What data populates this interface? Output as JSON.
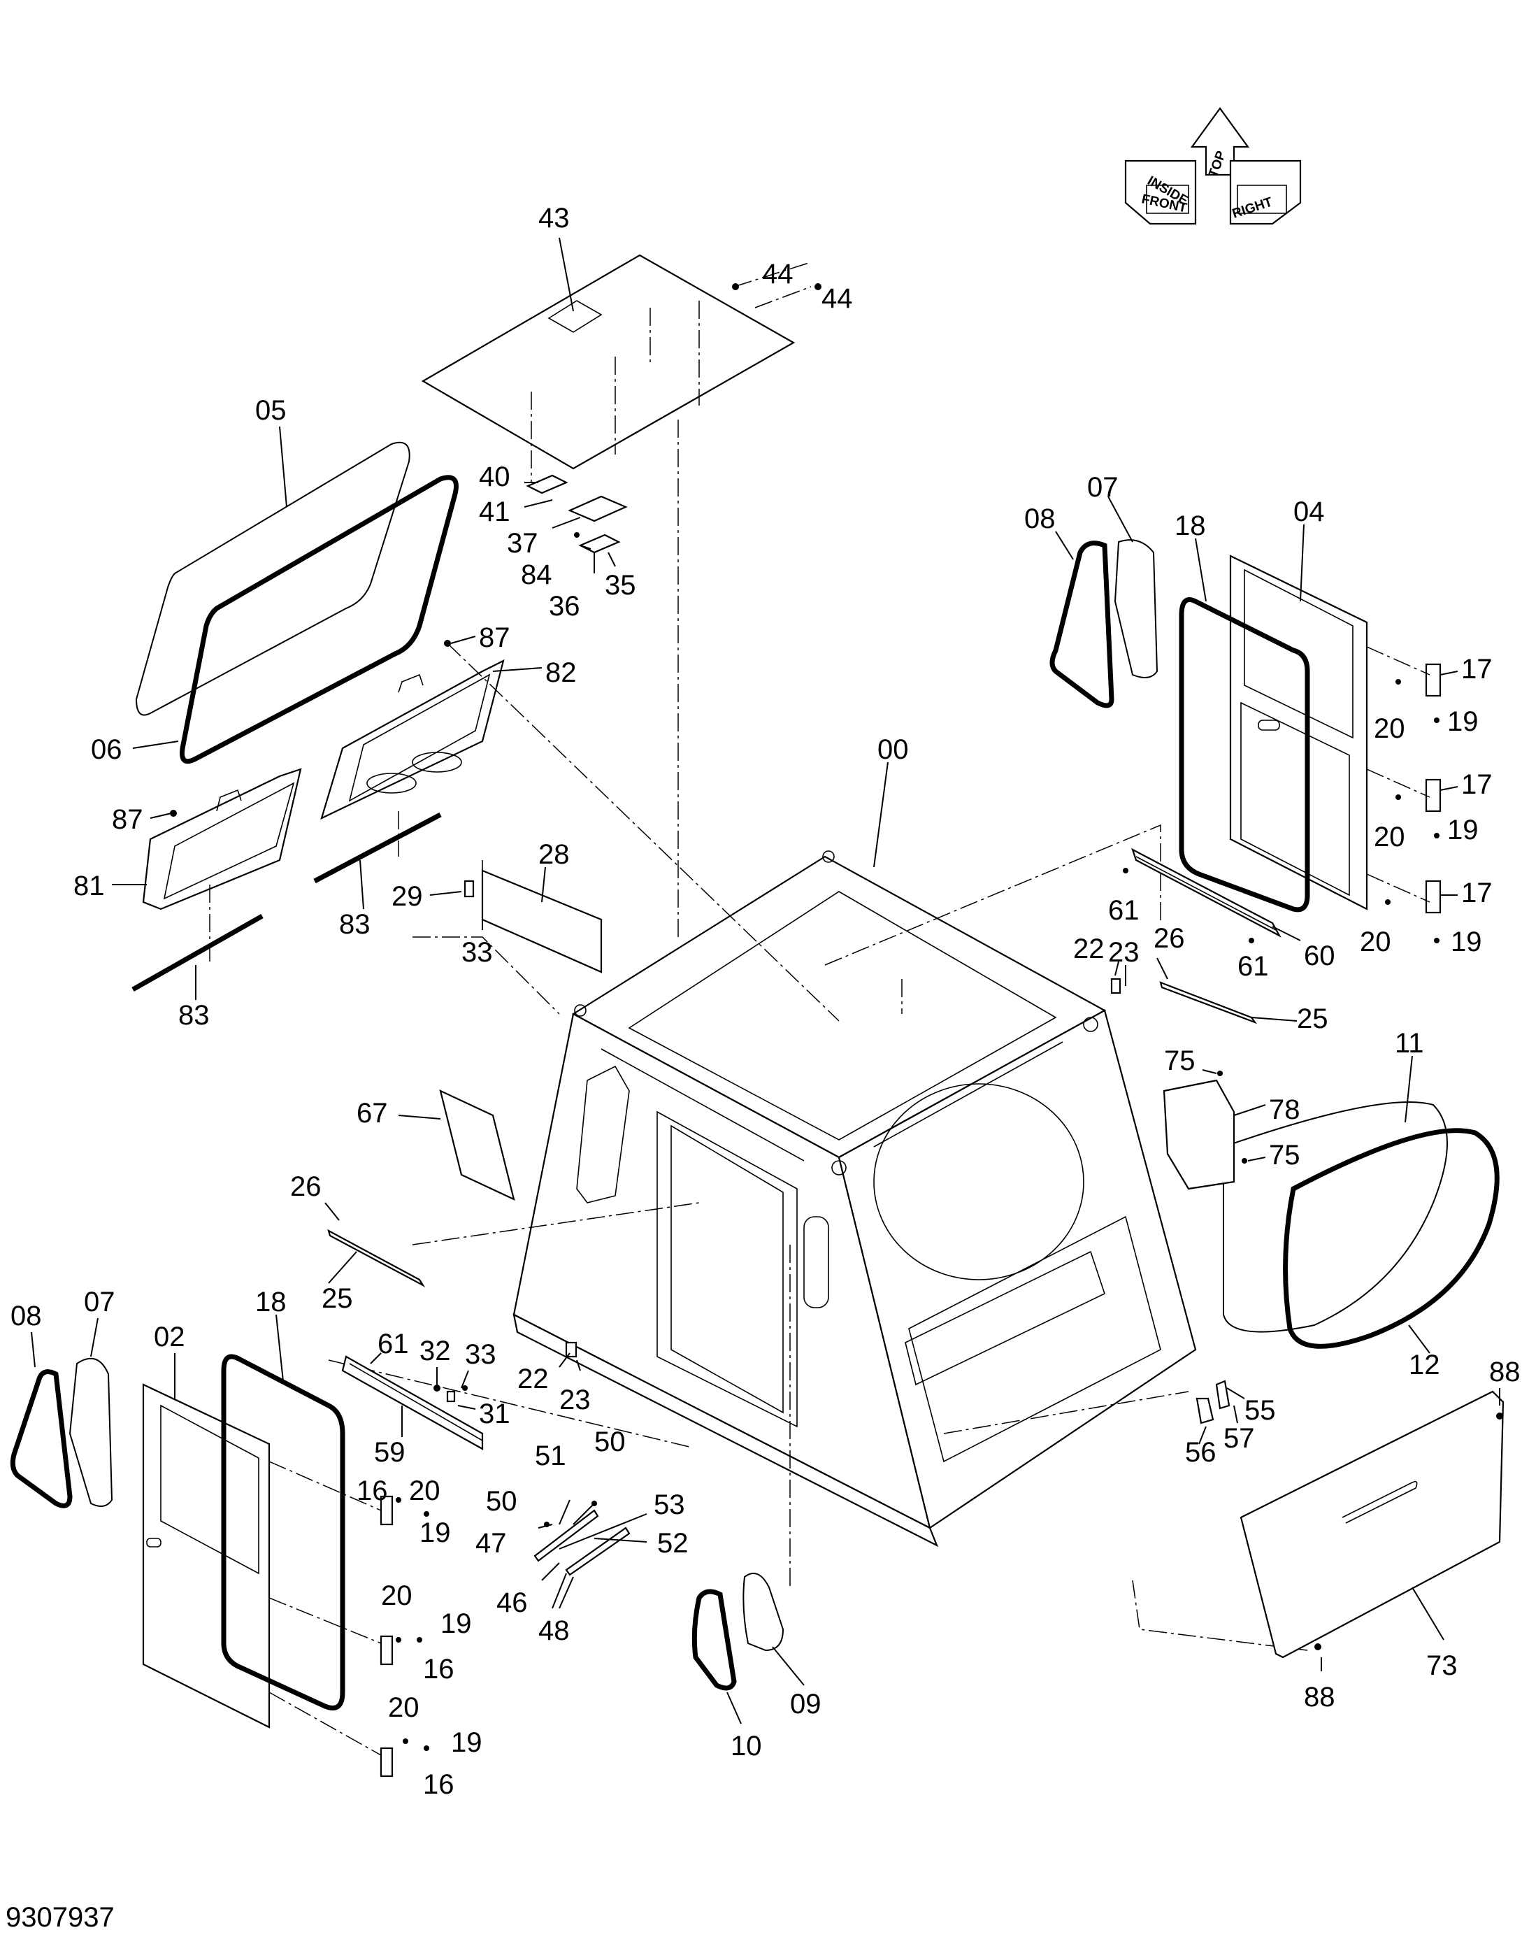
{
  "figure_code": "9307937",
  "orientation": {
    "labels": [
      "TOP",
      "FRONT",
      "INSIDE",
      "RIGHT"
    ]
  },
  "callouts": {
    "c00": "00",
    "c02": "02",
    "c04": "04",
    "c05": "05",
    "c06": "06",
    "c07a": "07",
    "c07b": "07",
    "c08a": "08",
    "c08b": "08",
    "c09": "09",
    "c10": "10",
    "c11": "11",
    "c12": "12",
    "c16a": "16",
    "c16b": "16",
    "c16c": "16",
    "c17a": "17",
    "c17b": "17",
    "c17c": "17",
    "c18a": "18",
    "c18b": "18",
    "c19a": "19",
    "c19b": "19",
    "c19c": "19",
    "c19d": "19",
    "c19e": "19",
    "c19f": "19",
    "c20a": "20",
    "c20b": "20",
    "c20c": "20",
    "c20d": "20",
    "c20e": "20",
    "c20f": "20",
    "c22a": "22",
    "c22b": "22",
    "c23a": "23",
    "c23b": "23",
    "c25a": "25",
    "c25b": "25",
    "c26a": "26",
    "c26b": "26",
    "c28": "28",
    "c29": "29",
    "c31": "31",
    "c32": "32",
    "c33a": "33",
    "c33b": "33",
    "c35": "35",
    "c36": "36",
    "c37": "37",
    "c40": "40",
    "c41": "41",
    "c43": "43",
    "c44a": "44",
    "c44b": "44",
    "c46": "46",
    "c47": "47",
    "c48": "48",
    "c50a": "50",
    "c50b": "50",
    "c51": "51",
    "c52": "52",
    "c53": "53",
    "c55": "55",
    "c56": "56",
    "c57": "57",
    "c59": "59",
    "c60": "60",
    "c61a": "61",
    "c61b": "61",
    "c61c": "61",
    "c67": "67",
    "c73": "73",
    "c75a": "75",
    "c75b": "75",
    "c78": "78",
    "c81": "81",
    "c82": "82",
    "c83a": "83",
    "c83b": "83",
    "c84": "84",
    "c87a": "87",
    "c87b": "87",
    "c88a": "88",
    "c88b": "88"
  }
}
